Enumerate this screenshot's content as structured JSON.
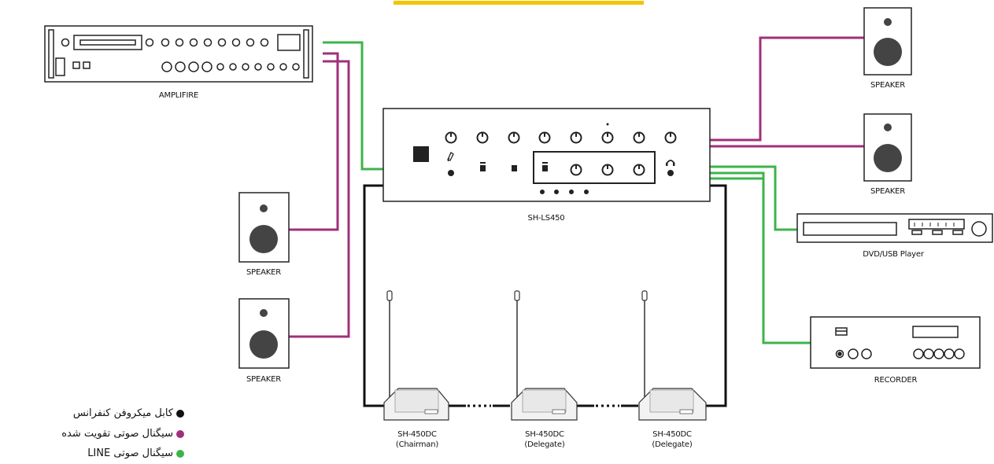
{
  "colors": {
    "line_signal": "#3cb44a",
    "amplified_signal": "#a0307a",
    "mic_cable": "#111111",
    "accent_bar": "#f5c400"
  },
  "devices": {
    "amplifier": "AMPLIFIRE",
    "speaker_top_right_1": "SPEAKER",
    "speaker_top_right_2": "SPEAKER",
    "speaker_left_1": "SPEAKER",
    "speaker_left_2": "SPEAKER",
    "mixer": "SH-LS450",
    "dvd_player": "DVD/USB Player",
    "recorder": "RECORDER"
  },
  "units": [
    {
      "model": "SH-450DC",
      "role": "(Chairman)"
    },
    {
      "model": "SH-450DC",
      "role": "(Delegate)"
    },
    {
      "model": "SH-450DC",
      "role": "(Delegate)"
    }
  ],
  "legend": {
    "mic_cable": "کابل میکروفن کنفرانس",
    "amplified_signal": "سیگنال صوتی تقویت شده",
    "line_signal": "سیگنال صوتی LINE"
  }
}
